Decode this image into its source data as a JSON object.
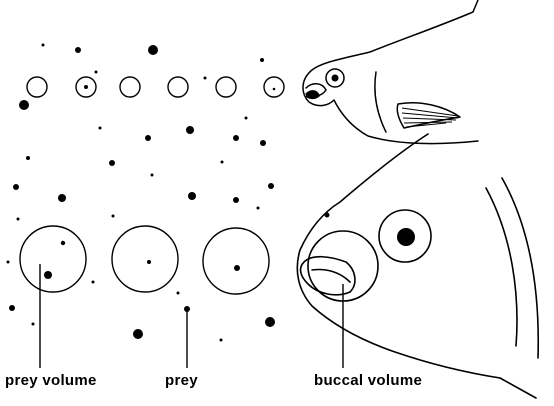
{
  "labels": {
    "prey_volume": "prey volume",
    "prey": "prey",
    "buccal_volume": "buccal volume"
  },
  "colors": {
    "ink": "#000000",
    "background": "#ffffff"
  },
  "legend_items": [
    {
      "key": "prey_volume",
      "depicts": "open circle enclosing prey"
    },
    {
      "key": "prey",
      "depicts": "black dot"
    },
    {
      "key": "buccal_volume",
      "depicts": "circle at fish mouth"
    }
  ]
}
